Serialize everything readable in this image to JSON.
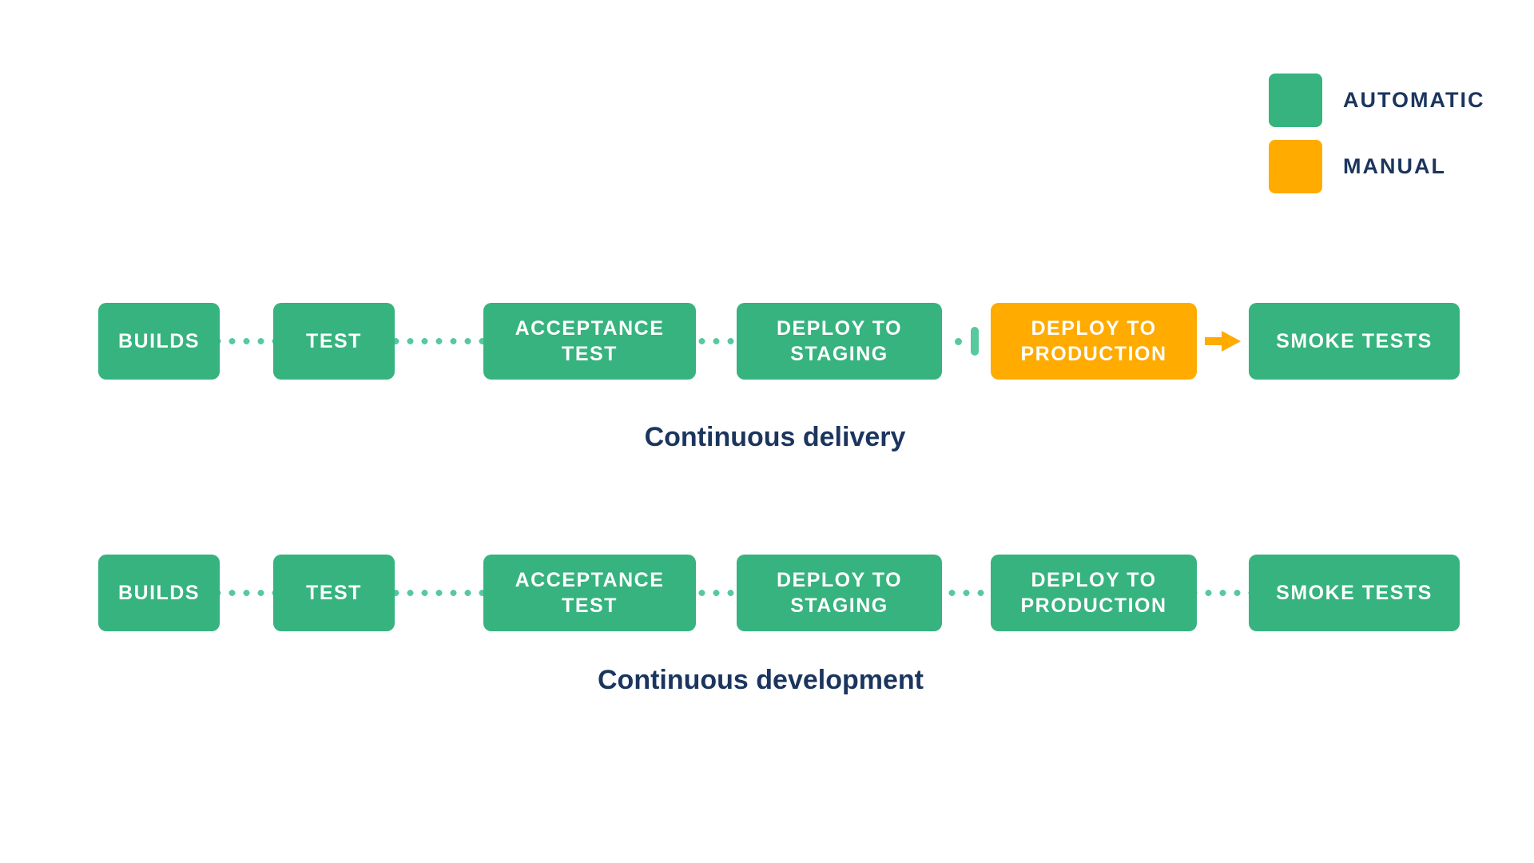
{
  "colors": {
    "automatic_green": "#36B37E",
    "manual_orange": "#FFAB00",
    "connector_dot_green": "#57C99C",
    "text_navy": "#1B355E",
    "stage_text": "#FFFFFF"
  },
  "legend": {
    "items": [
      {
        "label": "AUTOMATIC",
        "mode": "automatic",
        "color": "#36B37E"
      },
      {
        "label": "MANUAL",
        "mode": "manual",
        "color": "#FFAB00"
      }
    ]
  },
  "pipelines": [
    {
      "title": "Continuous delivery",
      "stages": [
        {
          "label": "BUILDS",
          "mode": "automatic"
        },
        {
          "label": "TEST",
          "mode": "automatic"
        },
        {
          "label": "ACCEPTANCE TEST",
          "mode": "automatic"
        },
        {
          "label": "DEPLOY TO STAGING",
          "mode": "automatic"
        },
        {
          "label": "DEPLOY TO PRODUCTION",
          "mode": "manual"
        },
        {
          "label": "SMOKE TESTS",
          "mode": "automatic"
        }
      ],
      "connectors": [
        "dotted-line",
        "dotted-line",
        "dotted-line",
        "manual-gate",
        "manual-arrow"
      ]
    },
    {
      "title": "Continuous development",
      "stages": [
        {
          "label": "BUILDS",
          "mode": "automatic"
        },
        {
          "label": "TEST",
          "mode": "automatic"
        },
        {
          "label": "ACCEPTANCE TEST",
          "mode": "automatic"
        },
        {
          "label": "DEPLOY TO STAGING",
          "mode": "automatic"
        },
        {
          "label": "DEPLOY TO PRODUCTION",
          "mode": "automatic"
        },
        {
          "label": "SMOKE TESTS",
          "mode": "automatic"
        }
      ],
      "connectors": [
        "dotted-line",
        "dotted-line",
        "dotted-line",
        "dotted-line",
        "dotted-line"
      ]
    }
  ]
}
